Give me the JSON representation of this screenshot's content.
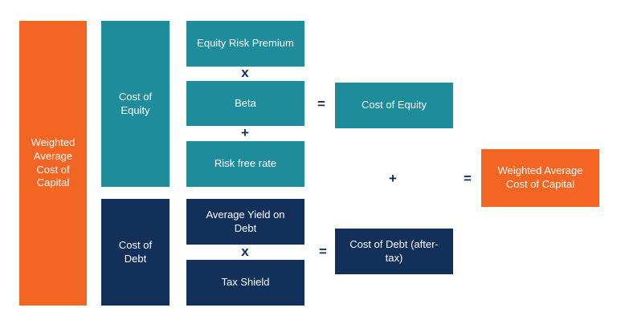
{
  "colors": {
    "orange": "#f26522",
    "teal": "#1f8c9c",
    "navy": "#13305a"
  },
  "wacc_left": {
    "label": "Weighted Average Cost of Capital"
  },
  "equity": {
    "group_label": "Cost of Equity",
    "items": [
      "Equity Risk Premium",
      "Beta",
      "Risk free rate"
    ],
    "ops": [
      "x",
      "+"
    ],
    "equals": "=",
    "result": "Cost of Equity"
  },
  "debt": {
    "group_label": "Cost of Debt",
    "items": [
      "Average Yield on Debt",
      "Tax Shield"
    ],
    "op": "x",
    "equals": "=",
    "result": "Cost of Debt (after-tax)"
  },
  "final": {
    "plus": "+",
    "equals": "=",
    "result": "Weighted Average Cost of Capital"
  }
}
